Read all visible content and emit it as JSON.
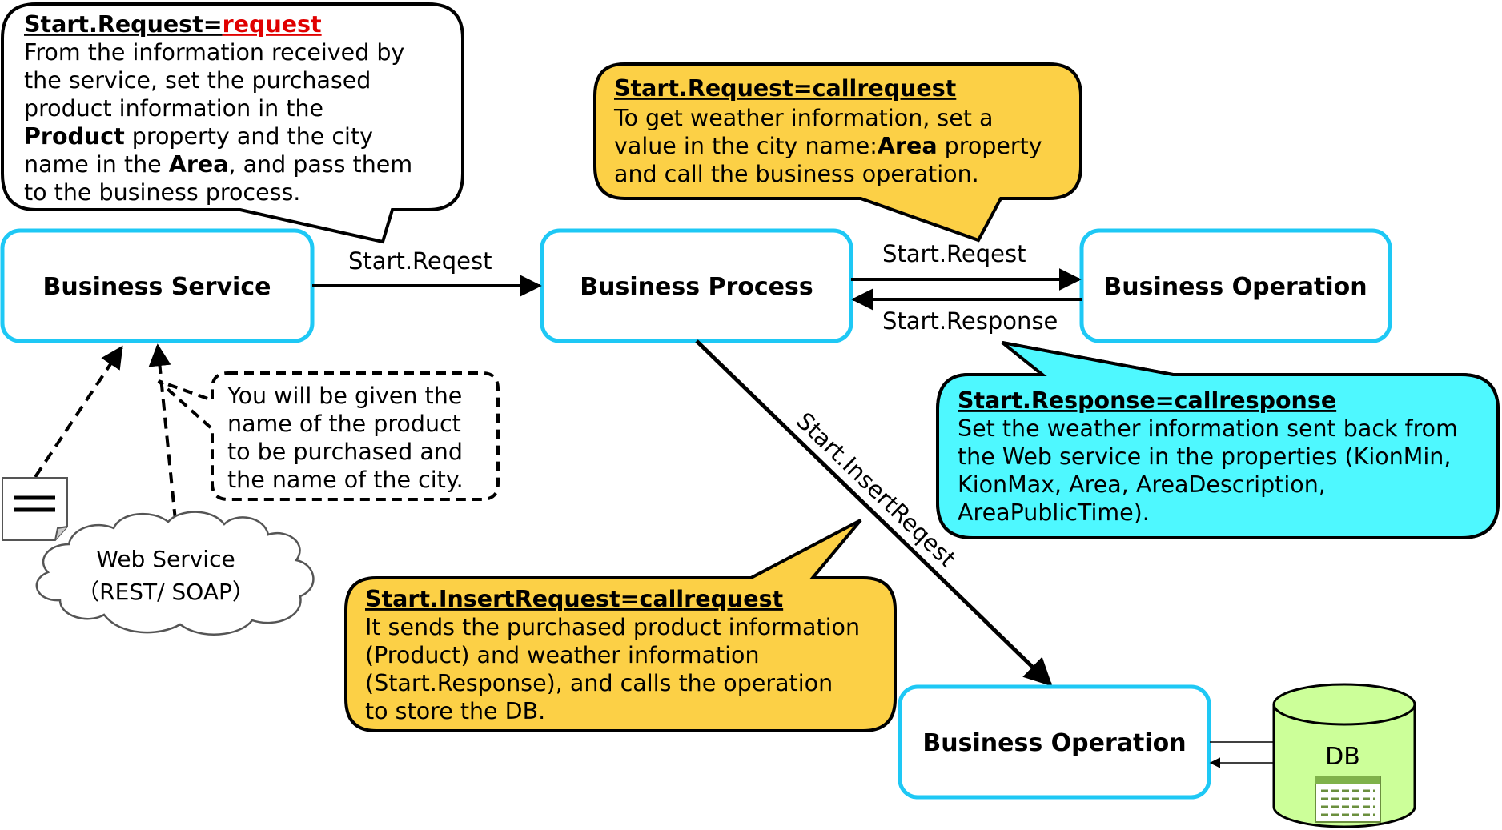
{
  "nodes": {
    "business_service": "Business Service",
    "business_process": "Business Process",
    "business_operation_weather": "Business Operation",
    "business_operation_db": "Business Operation",
    "web_service_line1": "Web Service",
    "web_service_line2": "（REST/ SOAP）",
    "db": "DB"
  },
  "edges": {
    "service_to_process": "Start.Reqest",
    "process_to_operation": "Start.Reqest",
    "operation_to_process": "Start.Response",
    "process_to_db_operation": "Start.InsertReqest"
  },
  "callouts": {
    "service_request": {
      "title_prefix": "Start.Request=",
      "title_value": "request",
      "line1": "From the information received by",
      "line2": "the service, set the purchased",
      "line3": "product information in the",
      "line4_bold": "Product",
      "line4_rest": " property and the city",
      "line5_pre": "name in the ",
      "line5_bold": "Area",
      "line5_post": ", and pass them",
      "line6": "to the business process."
    },
    "call_request": {
      "title": "Start.Request=callrequest",
      "line1": "To get weather information, set a",
      "line2_pre": "value in the city name:",
      "line2_bold": "Area",
      "line2_post": " property",
      "line3": "and call the business operation."
    },
    "call_response": {
      "title": "Start.Response=callresponse",
      "line1": "Set the weather information sent back from",
      "line2": "the Web service in the properties (KionMin,",
      "line3": "KionMax, Area, AreaDescription,",
      "line4": "AreaPublicTime)."
    },
    "insert_request": {
      "title": "Start.InsertRequest=callrequest",
      "line1": "It sends the purchased product information",
      "line2": "(Product) and weather information",
      "line3": "(Start.Response), and calls the operation",
      "line4": "to store the DB."
    },
    "given_info": {
      "line1": "You will be given the",
      "line2": "name of the product",
      "line3": "to be purchased and",
      "line4": "the name of the city."
    }
  },
  "colors": {
    "box_border": "#1ec8f5",
    "callout_yellow": "#fcd046",
    "callout_cyan": "#4ef8ff",
    "db_fill": "#ccff99",
    "red_text": "#e00000"
  }
}
